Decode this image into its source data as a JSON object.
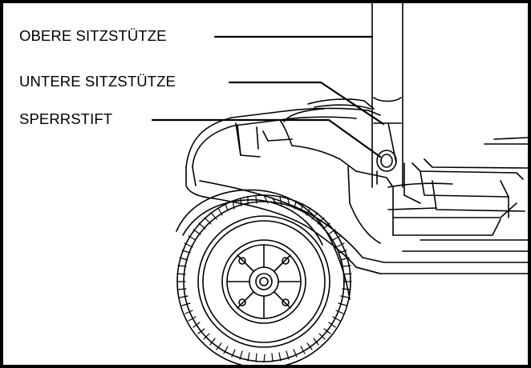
{
  "labels": {
    "upper_seat_post": "OBERE SITZSTÜTZE",
    "lower_seat_post": "UNTERE SITZSTÜTZE",
    "locking_pin": "SPERRSTIFT"
  },
  "colors": {
    "line": "#000000",
    "background": "#ffffff",
    "frame": "#000000"
  }
}
